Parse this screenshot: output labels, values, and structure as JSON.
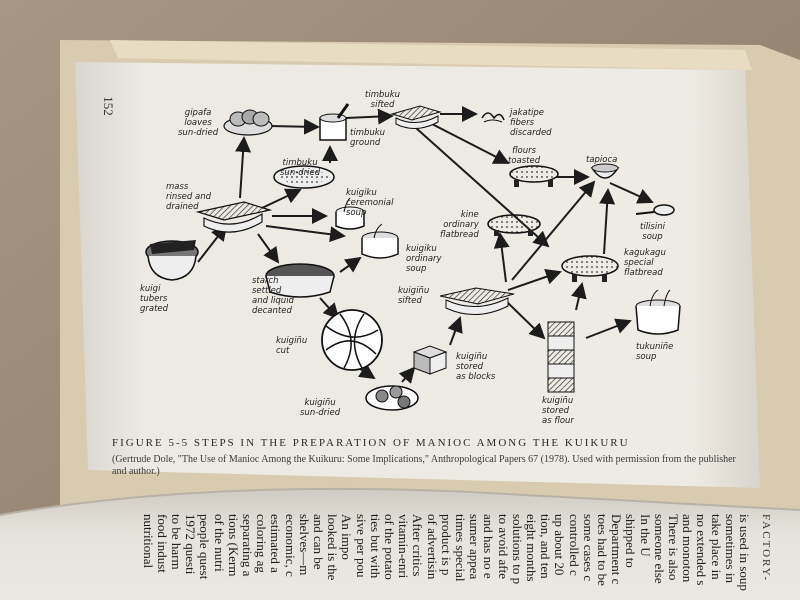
{
  "page": {
    "number": "152"
  },
  "figure": {
    "caption": "FIGURE 5-5   STEPS IN THE PREPARATION OF MANIOC AMONG THE KUIKURU",
    "credit": "(Gertrude Dole, \"The Use of Manioc Among the Kuikuru: Some Implications,\" Anthropological Papers 67 (1978). Used with permission from the publisher and author.)",
    "labels": {
      "kuigi": "kuigi\ntubers\ngrated",
      "gipafa": "gipafa\nloaves\nsun-dried",
      "mass": "mass\nrinsed and\ndrained",
      "timbuku_sifted": "timbuku\nsifted",
      "timbuku_ground": "timbuku\nground",
      "timbuku_sundried": "timbuku\nsun-dried",
      "jakatipe": "jakatipe\nfibers\ndiscarded",
      "flours_toasted": "flours\ntoasted",
      "tapioca": "tapioca",
      "tilisini": "tilisini\nsoup",
      "kuigiku_ceremonial": "kuigiku\nceremonial\nsoup",
      "kine": "kine\nordinary\nflatbread",
      "kuigiku_ordinary": "kuigiku\nordinary\nsoup",
      "kagukagu": "kagukagu\nspecial\nflatbread",
      "starch": "starch\nsettled\nand liquid\ndecanted",
      "kuiginu_sifted": "kuigiñu\nsifted",
      "tukuninhe": "tukuniñe\nsoup",
      "kuiginu_cut": "kuigiñu\ncut",
      "kuiginu_blocks": "kuigiñu\nstored\nas blocks",
      "kuiginu_sundried": "kuigiñu\nsun-dried",
      "kuiginu_flour": "kuigiñu\nstored\nas flour"
    }
  },
  "facing_page": {
    "header": "FACTORY-",
    "lines": [
      "is used in soup",
      "sometimes in",
      "take place in",
      "no extended s",
      "and monoton",
      "There is also",
      "someone else",
      "In the U",
      "shipped to",
      "Department c",
      "toes had to be",
      "some cases c",
      "controlled c",
      "up about 20",
      "tion, and ten",
      "eight months",
      "solutions to p",
      "to avoid afte",
      "and has no e",
      "sumer appea",
      "times special",
      "product is p",
      "of advertisin",
      "After critics",
      "vitamin-enri",
      "of the potato",
      "ties but with",
      "sive per pou",
      "An impo",
      "looked is the",
      "and can be",
      "shelves—m",
      "economic, c",
      "estimated a",
      "coloring ag",
      "separating a",
      "tions (Kerm",
      "of the nutri",
      "people quest",
      "1972 questi",
      "to be harm",
      "food indust",
      "nutritional"
    ]
  },
  "colors": {
    "paper": "#e9e6de",
    "ink": "#1c1c1c",
    "table": "#9b8a78"
  }
}
